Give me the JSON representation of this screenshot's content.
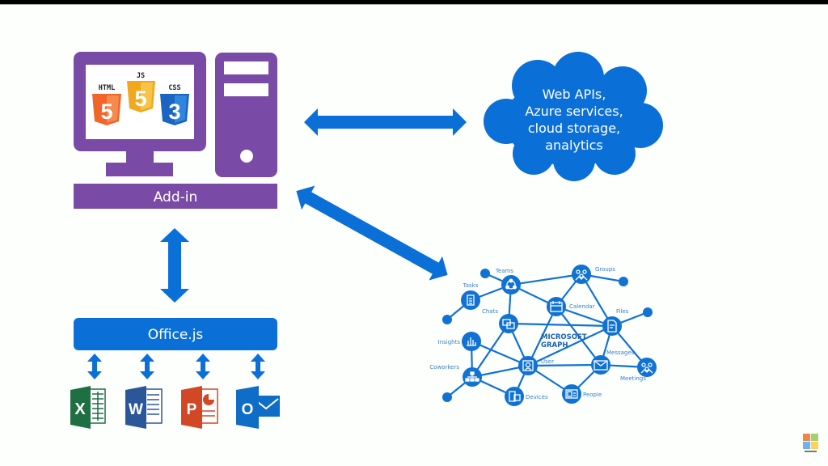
{
  "addin": {
    "label": "Add-in",
    "tech_badges": [
      {
        "name": "HTML",
        "glyph": "5",
        "color": "#f16529",
        "dark": "#e44d26"
      },
      {
        "name": "JS",
        "glyph": "5",
        "color": "#f7b731",
        "dark": "#eea320"
      },
      {
        "name": "CSS",
        "glyph": "3",
        "color": "#2d7fd8",
        "dark": "#1b64c4"
      }
    ]
  },
  "cloud": {
    "lines": [
      "Web APIs,",
      "Azure services,",
      "cloud storage,",
      "analytics"
    ]
  },
  "officejs": {
    "label": "Office.js"
  },
  "office_apps": [
    {
      "name": "Excel",
      "letter": "X",
      "color": "#1e6f42"
    },
    {
      "name": "Word",
      "letter": "W",
      "color": "#2b579a"
    },
    {
      "name": "PowerPoint",
      "letter": "P",
      "color": "#d24726"
    },
    {
      "name": "Outlook",
      "letter": "O",
      "color": "#0f6cc7"
    }
  ],
  "graph": {
    "title_lines": [
      "MICROSOFT",
      "GRAPH"
    ],
    "nodes": [
      {
        "id": "teams",
        "label": "Teams",
        "icon": "teams-icon"
      },
      {
        "id": "tasks",
        "label": "Tasks",
        "icon": "tasks-icon"
      },
      {
        "id": "chats",
        "label": "Chats",
        "icon": "chats-icon"
      },
      {
        "id": "insights",
        "label": "Insights",
        "icon": "insights-icon"
      },
      {
        "id": "coworkers",
        "label": "Coworkers",
        "icon": "org-chart-icon"
      },
      {
        "id": "devices",
        "label": "Devices",
        "icon": "devices-icon"
      },
      {
        "id": "user",
        "label": "User",
        "icon": "user-icon"
      },
      {
        "id": "calendar",
        "label": "Calendar",
        "icon": "calendar-icon"
      },
      {
        "id": "groups",
        "label": "Groups",
        "icon": "groups-icon"
      },
      {
        "id": "files",
        "label": "Files",
        "icon": "files-icon"
      },
      {
        "id": "messages",
        "label": "Messages",
        "icon": "mail-icon"
      },
      {
        "id": "meetings",
        "label": "Meetings",
        "icon": "meetings-icon"
      },
      {
        "id": "people",
        "label": "People",
        "icon": "people-card-icon"
      }
    ]
  },
  "colors": {
    "purple": "#7a4ba6",
    "blue": "#0b6fd8",
    "graph_blue": "#1072d4",
    "label_blue": "#3a7fc8"
  },
  "logo": {
    "name": "Microsoft logo",
    "colors": [
      "#f0854a",
      "#a6d16a",
      "#6ab4ea",
      "#fcd35a"
    ]
  }
}
